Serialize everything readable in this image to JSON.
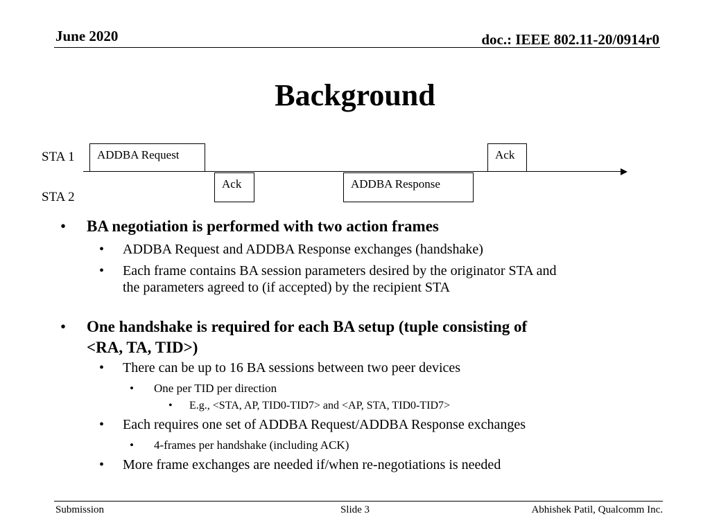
{
  "header": {
    "date": "June 2020",
    "doc_id": "doc.: IEEE 802.11-20/0914r0"
  },
  "title": "Background",
  "diagram": {
    "sta1_label": "STA 1",
    "sta2_label": "STA 2",
    "frames": {
      "addba_request": "ADDBA Request",
      "ack_sta2": "Ack",
      "addba_response": "ADDBA Response",
      "ack_sta1": "Ack"
    }
  },
  "bullets": {
    "b1": "BA negotiation is performed with two action frames",
    "b1_1": "ADDBA Request and ADDBA Response exchanges (handshake)",
    "b1_2_line1": "Each frame contains BA session parameters desired by the originator STA and",
    "b1_2_line2": "the parameters agreed to (if accepted) by the recipient STA",
    "b2_line1": "One handshake is required for each BA setup (tuple consisting of",
    "b2_line2": "<RA, TA, TID>)",
    "b2_1": "There can be up to 16 BA sessions between two peer devices",
    "b2_1_1": "One per TID per direction",
    "b2_1_1_1": "E.g., <STA, AP, TID0-TID7> and <AP, STA, TID0-TID7>",
    "b2_2": "Each requires one set of ADDBA Request/ADDBA Response exchanges",
    "b2_2_1": "4-frames per handshake (including ACK)",
    "b2_3": "More frame exchanges are needed if/when re-negotiations is needed"
  },
  "bullet_symbol": "•",
  "footer": {
    "left": "Submission",
    "center": "Slide 3",
    "right": "Abhishek Patil, Qualcomm Inc."
  }
}
